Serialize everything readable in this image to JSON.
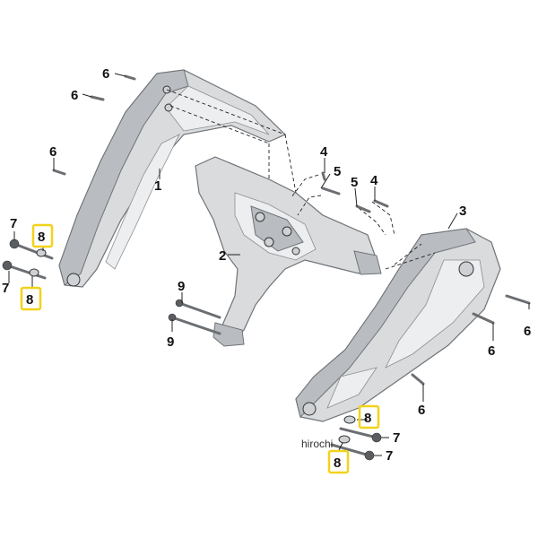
{
  "callouts": {
    "n1": "1",
    "n2": "2",
    "n3": "3",
    "n4a": "4",
    "n4b": "4",
    "n5a": "5",
    "n5b": "5",
    "n6a": "6",
    "n6b": "6",
    "n6c": "6",
    "n6d": "6",
    "n6e": "6",
    "n6f": "6",
    "n7a": "7",
    "n7b": "7",
    "n7c": "7",
    "n7d": "7",
    "n8a": "8",
    "n8b": "8",
    "n8c": "8",
    "n8d": "8",
    "n9a": "9",
    "n9b": "9"
  },
  "watermark": "hirochi",
  "colors": {
    "highlight": "#f2d21b",
    "frame": "#d9dbdd",
    "line": "#222222"
  }
}
